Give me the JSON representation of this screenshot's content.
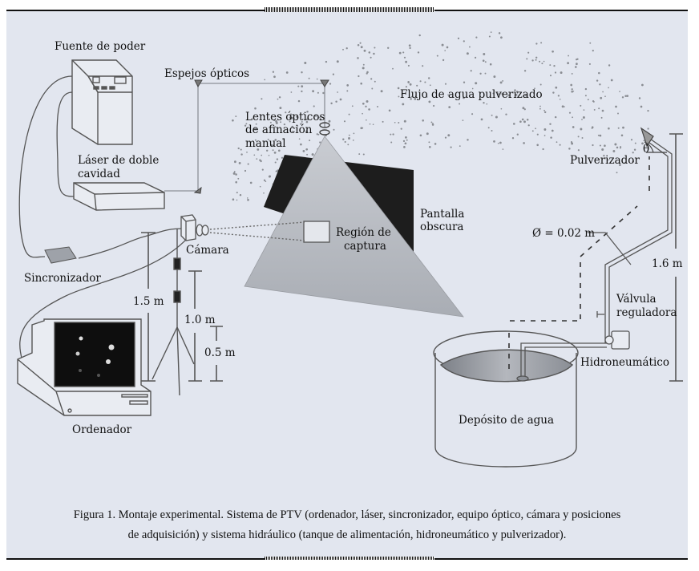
{
  "figure": {
    "labels": {
      "power_supply": "Fuente de poder",
      "optical_mirrors": "Espejos ópticos",
      "water_flow": "Flujo de agua pulverizado",
      "lenses_line1": "Lentes ópticos",
      "lenses_line2": "de afinación",
      "lenses_line3": "manual",
      "laser_line1": "Láser de doble",
      "laser_line2": "cavidad",
      "sprayer": "Pulverizador",
      "theta": "θ",
      "dark_screen_line1": "Pantalla",
      "dark_screen_line2": "obscura",
      "capture_region_line1": "Región de",
      "capture_region_line2": "captura",
      "camera": "Cámara",
      "diameter": "Ø = 0.02 m",
      "synchronizer": "Sincronizador",
      "height_1_6": "1.6 m",
      "height_1_5": "1.5 m",
      "valve_line1": "Válvula",
      "valve_line2": "reguladora",
      "height_1_0": "1.0 m",
      "height_0_5": "0.5 m",
      "hydropneumatic": "Hidroneumático",
      "computer": "Ordenador",
      "water_tank": "Depósito de agua"
    },
    "caption": {
      "line1": "Figura 1. Montaje experimental. Sistema de PTV (ordenador, láser, sincronizador, equipo óptico, cámara y posiciones",
      "line2": "de adquisición) y sistema hidráulico (tanque de alimentación, hidroneumático y pulverizador)."
    }
  },
  "colors": {
    "panel_background": "#e2e6ef",
    "line": "#555555",
    "laser_sheet": "#b9bcc2",
    "dark_screen": "#1d1d1d",
    "water_surface": "#8e9299"
  }
}
